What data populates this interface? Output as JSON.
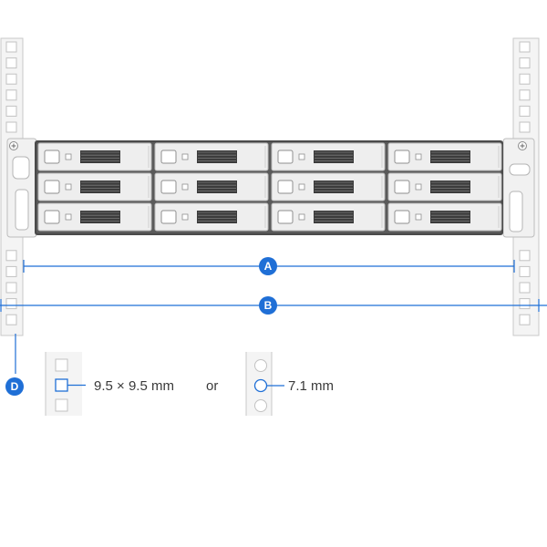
{
  "callouts": {
    "a": "A",
    "b": "B",
    "d": "D"
  },
  "hole_options": {
    "square_size": "9.5 × 9.5 mm",
    "separator": "or",
    "round_size": "7.1 mm"
  },
  "colors": {
    "accent": "#1f6fd6",
    "rail": "#f3f3f3",
    "outline": "#bdbdbd",
    "bay": "#eeeeee",
    "chassis": "#4a4a4a"
  }
}
